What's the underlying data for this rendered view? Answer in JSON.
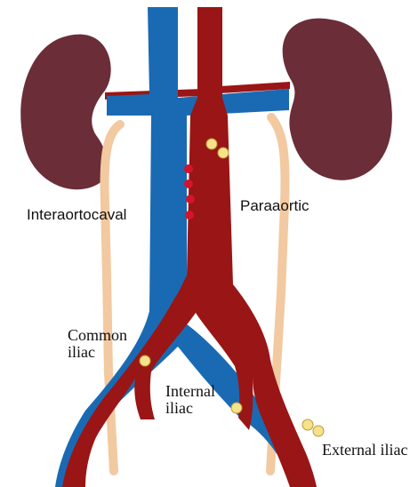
{
  "colors": {
    "kidney": "#6b2d38",
    "vein": "#1a6ab3",
    "artery": "#9a1515",
    "ureter": "#f2c9a0",
    "node_red": "#d4142a",
    "node_yellow": "#f7e28a"
  },
  "labels": {
    "interaortocaval": "Interaortocaval",
    "paraaortic": "Paraaortic",
    "common_iliac_line1": "Common",
    "common_iliac_line2": "iliac",
    "internal_iliac_line1": "Internal",
    "internal_iliac_line2": "iliac",
    "external_iliac": "External iliac"
  }
}
